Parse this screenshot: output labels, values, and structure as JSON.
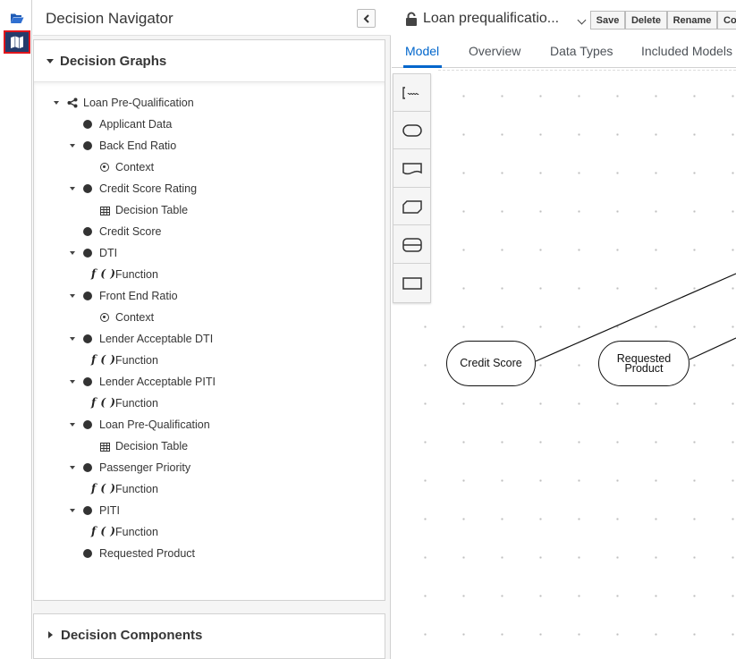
{
  "rail": {
    "items": [
      {
        "icon": "folder-open-icon"
      },
      {
        "icon": "map-icon",
        "selected": true
      }
    ]
  },
  "navigator": {
    "title": "Decision Navigator",
    "sections": {
      "graphs": {
        "title": "Decision Graphs",
        "expanded": true,
        "tree": [
          {
            "label": "Loan Pre-Qualification",
            "icon": "share-icon",
            "caret": true,
            "level": 0
          },
          {
            "label": "Applicant Data",
            "icon": "dot",
            "caret": false,
            "level": 1
          },
          {
            "label": "Back End Ratio",
            "icon": "dot",
            "caret": true,
            "level": 1
          },
          {
            "label": "Context",
            "icon": "context-icon",
            "caret": false,
            "level": 2
          },
          {
            "label": "Credit Score Rating",
            "icon": "dot",
            "caret": true,
            "level": 1
          },
          {
            "label": "Decision Table",
            "icon": "table-icon",
            "caret": false,
            "level": 2
          },
          {
            "label": "Credit Score",
            "icon": "dot",
            "caret": false,
            "level": 1
          },
          {
            "label": "DTI",
            "icon": "dot",
            "caret": true,
            "level": 1
          },
          {
            "label": "Function",
            "icon": "function-icon",
            "caret": false,
            "level": 2
          },
          {
            "label": "Front End Ratio",
            "icon": "dot",
            "caret": true,
            "level": 1
          },
          {
            "label": "Context",
            "icon": "context-icon",
            "caret": false,
            "level": 2
          },
          {
            "label": "Lender Acceptable DTI",
            "icon": "dot",
            "caret": true,
            "level": 1
          },
          {
            "label": "Function",
            "icon": "function-icon",
            "caret": false,
            "level": 2
          },
          {
            "label": "Lender Acceptable PITI",
            "icon": "dot",
            "caret": true,
            "level": 1
          },
          {
            "label": "Function",
            "icon": "function-icon",
            "caret": false,
            "level": 2
          },
          {
            "label": "Loan Pre-Qualification",
            "icon": "dot",
            "caret": true,
            "level": 1
          },
          {
            "label": "Decision Table",
            "icon": "table-icon",
            "caret": false,
            "level": 2
          },
          {
            "label": "Passenger Priority",
            "icon": "dot",
            "caret": true,
            "level": 1
          },
          {
            "label": "Function",
            "icon": "function-icon",
            "caret": false,
            "level": 2
          },
          {
            "label": "PITI",
            "icon": "dot",
            "caret": true,
            "level": 1
          },
          {
            "label": "Function",
            "icon": "function-icon",
            "caret": false,
            "level": 2
          },
          {
            "label": "Requested Product",
            "icon": "dot",
            "caret": false,
            "level": 1
          }
        ]
      },
      "components": {
        "title": "Decision Components",
        "expanded": false
      }
    },
    "function_glyph": "f ( )"
  },
  "editor": {
    "title": "Loan prequalificatio...",
    "toolbar": {
      "save": "Save",
      "delete": "Delete",
      "rename": "Rename",
      "copy": "Co"
    },
    "tabs": [
      {
        "label": "Model",
        "active": true
      },
      {
        "label": "Overview",
        "active": false
      },
      {
        "label": "Data Types",
        "active": false
      },
      {
        "label": "Included Models",
        "active": false
      }
    ],
    "palette": [
      {
        "icon": "text-annotation-icon"
      },
      {
        "icon": "input-data-icon"
      },
      {
        "icon": "knowledge-source-icon"
      },
      {
        "icon": "business-knowledge-model-icon"
      },
      {
        "icon": "decision-service-icon"
      },
      {
        "icon": "decision-icon"
      }
    ],
    "nodes": [
      {
        "label": "Credit Score"
      },
      {
        "label": "Requested Product"
      }
    ],
    "accent_color": "#0066cc"
  }
}
